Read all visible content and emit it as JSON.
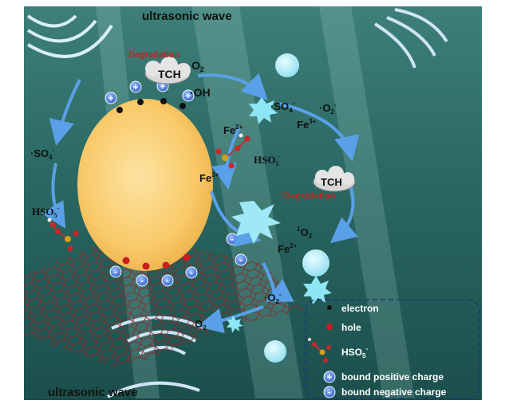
{
  "diagram": {
    "ultrasonic_top": "ultrasonic wave",
    "ultrasonic_bottom": "ultrasonic wave",
    "degradation": "Degradation",
    "tch": "TCH",
    "o2": "O",
    "o2_sub": "2",
    "oh": "·OH",
    "so4_top_a": "·SO",
    "so4_top_sub": "4",
    "so4_top_sup": "-",
    "o2rad_a": "·O",
    "o2rad_sub": "2",
    "o2rad_sup": "-",
    "fe3_right": "Fe",
    "fe3_right_sup": "3+",
    "fe2_upper": "Fe",
    "fe2_upper_sup": "2+",
    "hso5_mid": "HSO",
    "hso5_mid_sub": "5",
    "hso5_mid_sup": "-",
    "fe3_mid": "Fe",
    "fe3_mid_sup": "3+",
    "tch_right": "TCH",
    "degradation_right": "Degradation",
    "singlet_o2_sup": "1",
    "singlet_o2": "O",
    "singlet_o2_sub": "2",
    "fe2_lower": "Fe",
    "fe2_lower_sup": "2+",
    "so4_left": "·SO",
    "so4_left_sub": "4",
    "so4_left_sup": "-",
    "hso5_left": "HSO",
    "hso5_left_sub": "5",
    "hso5_left_sup": "-",
    "o2rad_low": "·O",
    "o2rad_low_sub": "2",
    "o2rad_low_sup": "-",
    "o2_bottom": "O",
    "o2_bottom_sub": "2",
    "plus_sign": "+",
    "minus_sign": "-"
  },
  "legend": {
    "electron": "electron",
    "hole": "hole",
    "hso5": "HSO",
    "hso5_sub": "5",
    "hso5_sup": "-",
    "positive": "bound positive charge",
    "negative": "bound negative charge"
  },
  "colors": {
    "water_top": "#2f6f6b",
    "water_bottom": "#1f5a55",
    "particle": "#f7c766",
    "arrow": "#3f7fcf",
    "charge_fill": "#3a6fd8",
    "hole": "#c81e1e"
  }
}
